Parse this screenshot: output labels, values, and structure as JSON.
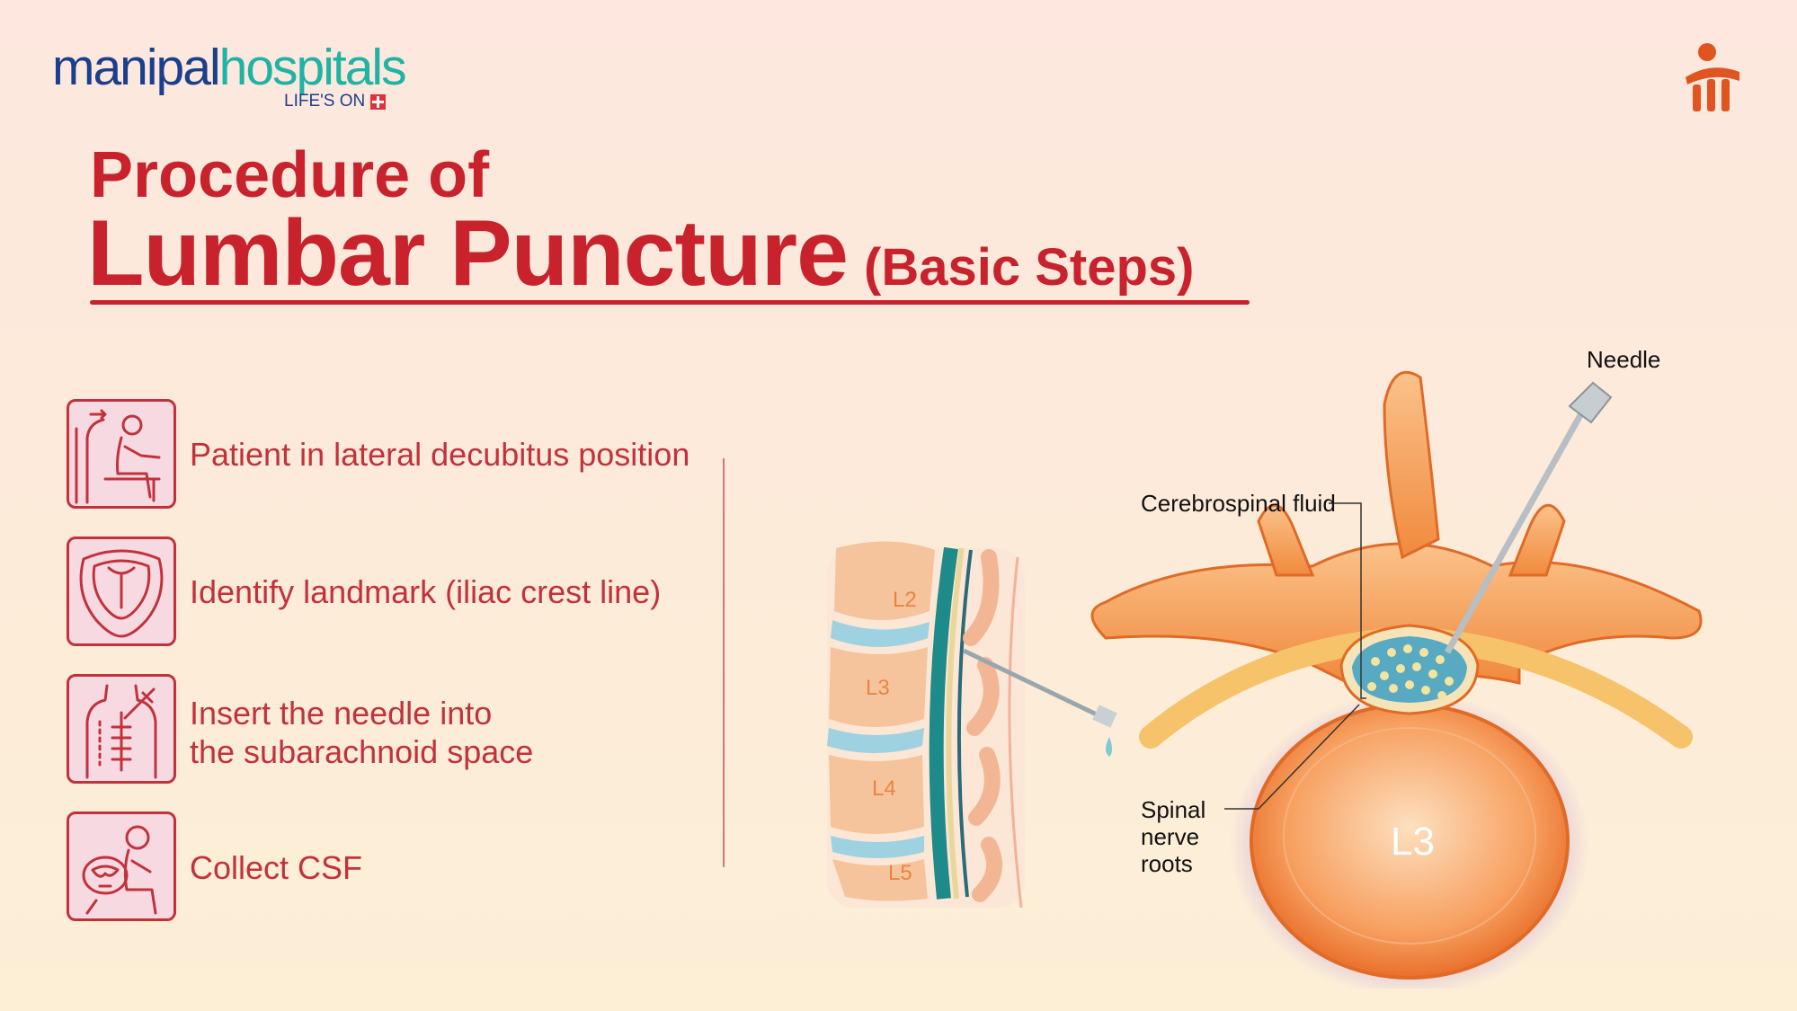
{
  "brand": {
    "name_part1": "manipal",
    "name_part2": "hospitals",
    "tagline": "LIFE'S ON",
    "primary_color": "#1b3f8c",
    "secondary_color": "#1fb3a6",
    "accent_color": "#c8222d"
  },
  "title": {
    "line1": "Procedure of",
    "line2_main": "Lumbar Puncture",
    "line2_sub": "(Basic Steps)"
  },
  "steps": [
    {
      "text": "Patient in lateral decubitus position",
      "icon": "lateral-position-icon"
    },
    {
      "text": "Identify landmark (iliac crest line)",
      "icon": "pelvis-landmark-icon"
    },
    {
      "text_line1": "Insert the needle into",
      "text_line2": "the subarachnoid space",
      "icon": "needle-insert-icon"
    },
    {
      "text": "Collect CSF",
      "icon": "collect-csf-icon"
    }
  ],
  "diagram": {
    "spine_levels": [
      "L2",
      "L3",
      "L4",
      "L5"
    ],
    "vertebra_label": "L3",
    "labels": {
      "needle": "Needle",
      "csf": "Cerebrospinal fluid",
      "nerve_roots_1": "Spinal",
      "nerve_roots_2": "nerve",
      "nerve_roots_3": "roots"
    }
  }
}
